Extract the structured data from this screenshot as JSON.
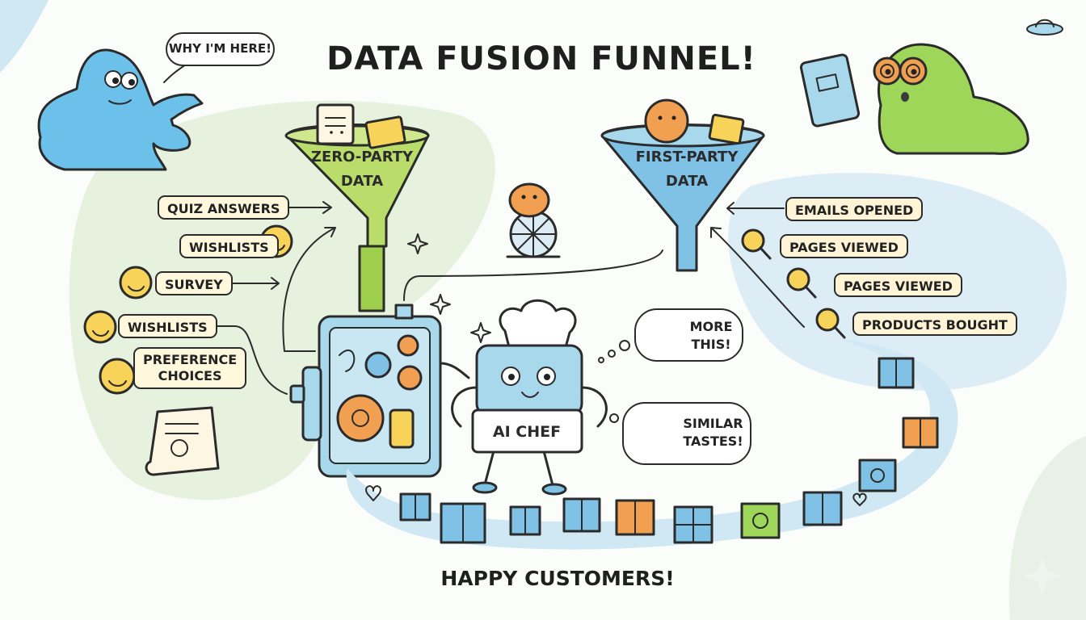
{
  "title": "DATA FUSION FUNNEL!",
  "speech_top": "WHY I'M HERE!",
  "funnels": {
    "zero": {
      "line1": "ZERO-PARTY",
      "line2": "DATA"
    },
    "first": {
      "line1": "FIRST-PARTY",
      "line2": "DATA"
    }
  },
  "left_labels": [
    "QUIZ ANSWERS",
    "WISHLISTS",
    "SURVEY",
    "WISHLISTS"
  ],
  "left_multi": {
    "line1": "PREFERENCE",
    "line2": "CHOICES"
  },
  "right_labels": [
    "EMAILS OPENED",
    "PAGES VIEWED",
    "PAGES VIEWED",
    "PRODUCTS BOUGHT"
  ],
  "chef_label": "AI CHEF",
  "thought_more": {
    "line1": "MORE",
    "line2": "THIS!"
  },
  "thought_similar": {
    "line1": "SIMILAR",
    "line2": "TASTES!"
  },
  "footer": "HAPPY CUSTOMERS!",
  "colors": {
    "green": "#b9dc6a",
    "blue": "#a8d8ec",
    "orange": "#f0a050",
    "yellow": "#f7d35a",
    "ink": "#2b2b2b"
  },
  "icons": [
    "blob-character-icon",
    "funnel-icon",
    "hamster-wheel-icon",
    "robot-chef-icon",
    "machine-gears-icon",
    "gift-box-icon",
    "magnifier-icon",
    "smiley-icon",
    "scroll-icon",
    "ufo-icon",
    "binoculars-icon"
  ]
}
